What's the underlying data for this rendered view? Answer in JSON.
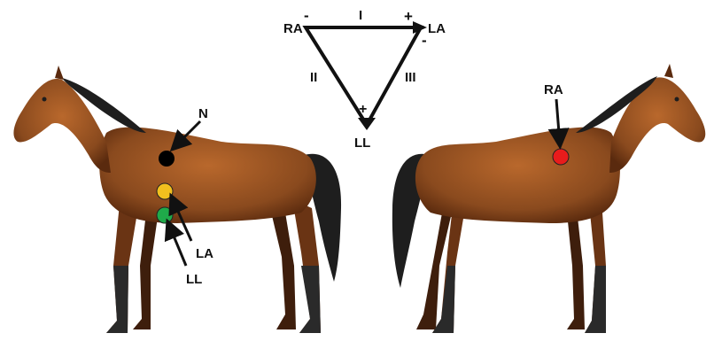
{
  "einthoven": {
    "vertices": {
      "ra": "RA",
      "la": "LA",
      "ll": "LL"
    },
    "leads": {
      "lead1": "I",
      "lead2": "II",
      "lead3": "III"
    },
    "polarity": {
      "lead1_neg": "-",
      "lead1_pos": "+",
      "lead3_neg": "-",
      "lead2_pos": "+"
    }
  },
  "left_horse": {
    "labels": {
      "neutral": "N",
      "left_arm": "LA",
      "left_leg": "LL"
    },
    "electrode_colors": {
      "neutral": "#000000",
      "left_arm": "#f2c01e",
      "left_leg": "#1faa4a"
    }
  },
  "right_horse": {
    "labels": {
      "right_arm": "RA"
    },
    "electrode_colors": {
      "right_arm": "#e81c1c"
    }
  },
  "colors": {
    "coat": "#8a4a1e",
    "coat_dark": "#5a2a0e",
    "mane": "#1e1e1e"
  }
}
